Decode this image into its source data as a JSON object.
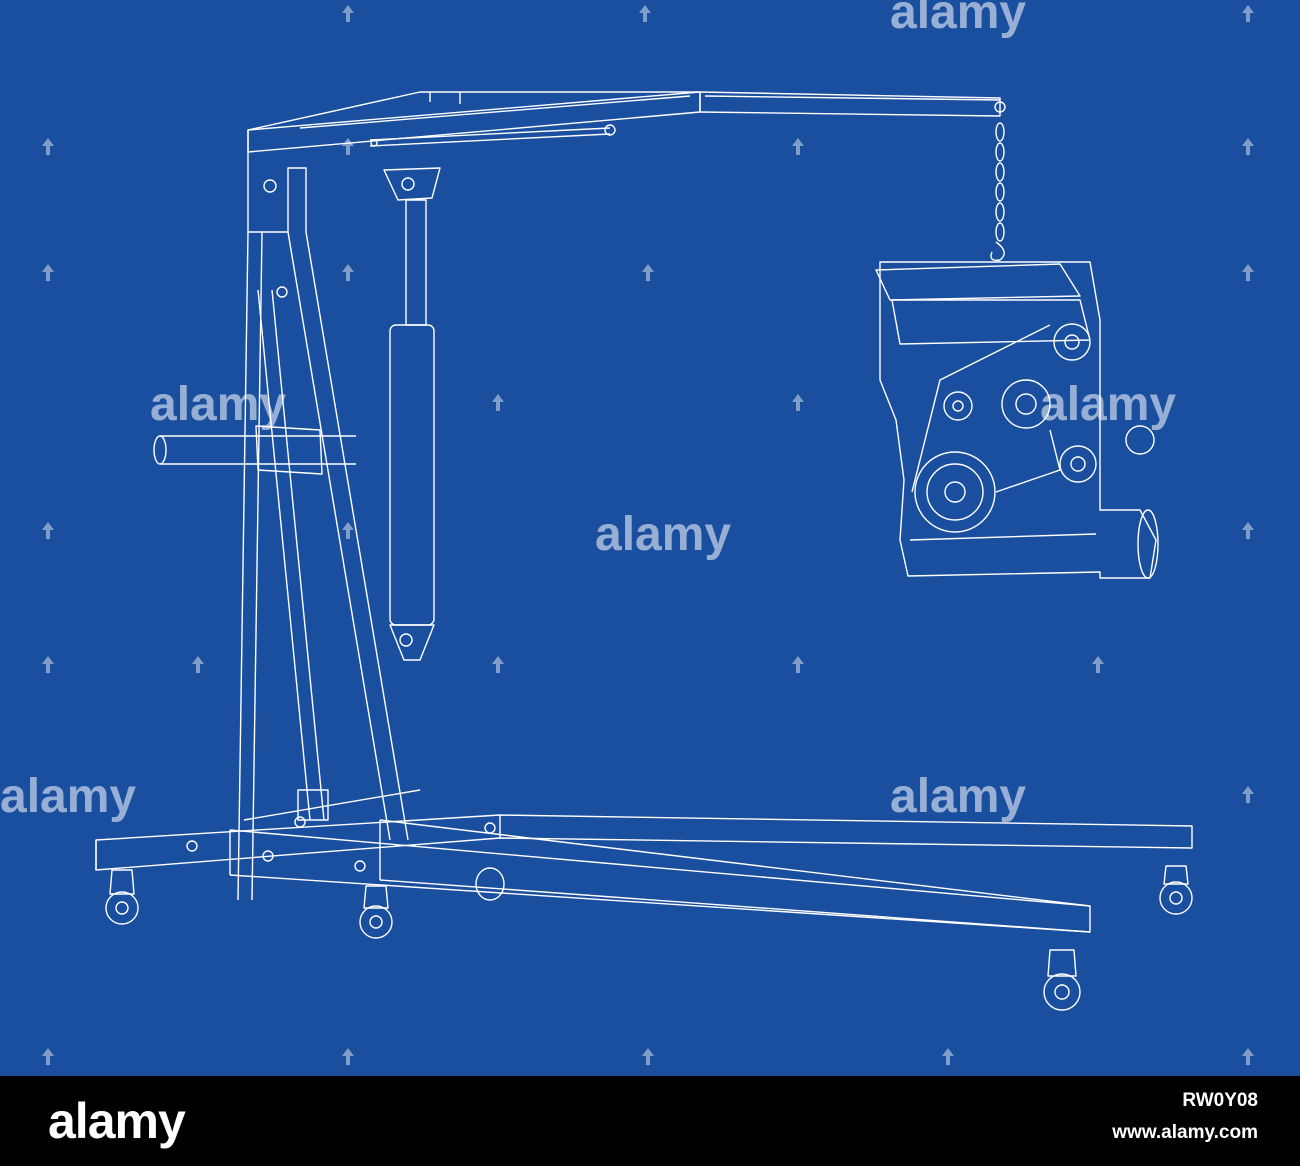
{
  "colors": {
    "background": "#1a4f9f",
    "lines": "#ffffff",
    "footer": "#000000"
  },
  "watermark": {
    "text": "alamy"
  },
  "footer": {
    "brand": "alamy",
    "image_id": "RW0Y08",
    "url": "www.alamy.com"
  }
}
